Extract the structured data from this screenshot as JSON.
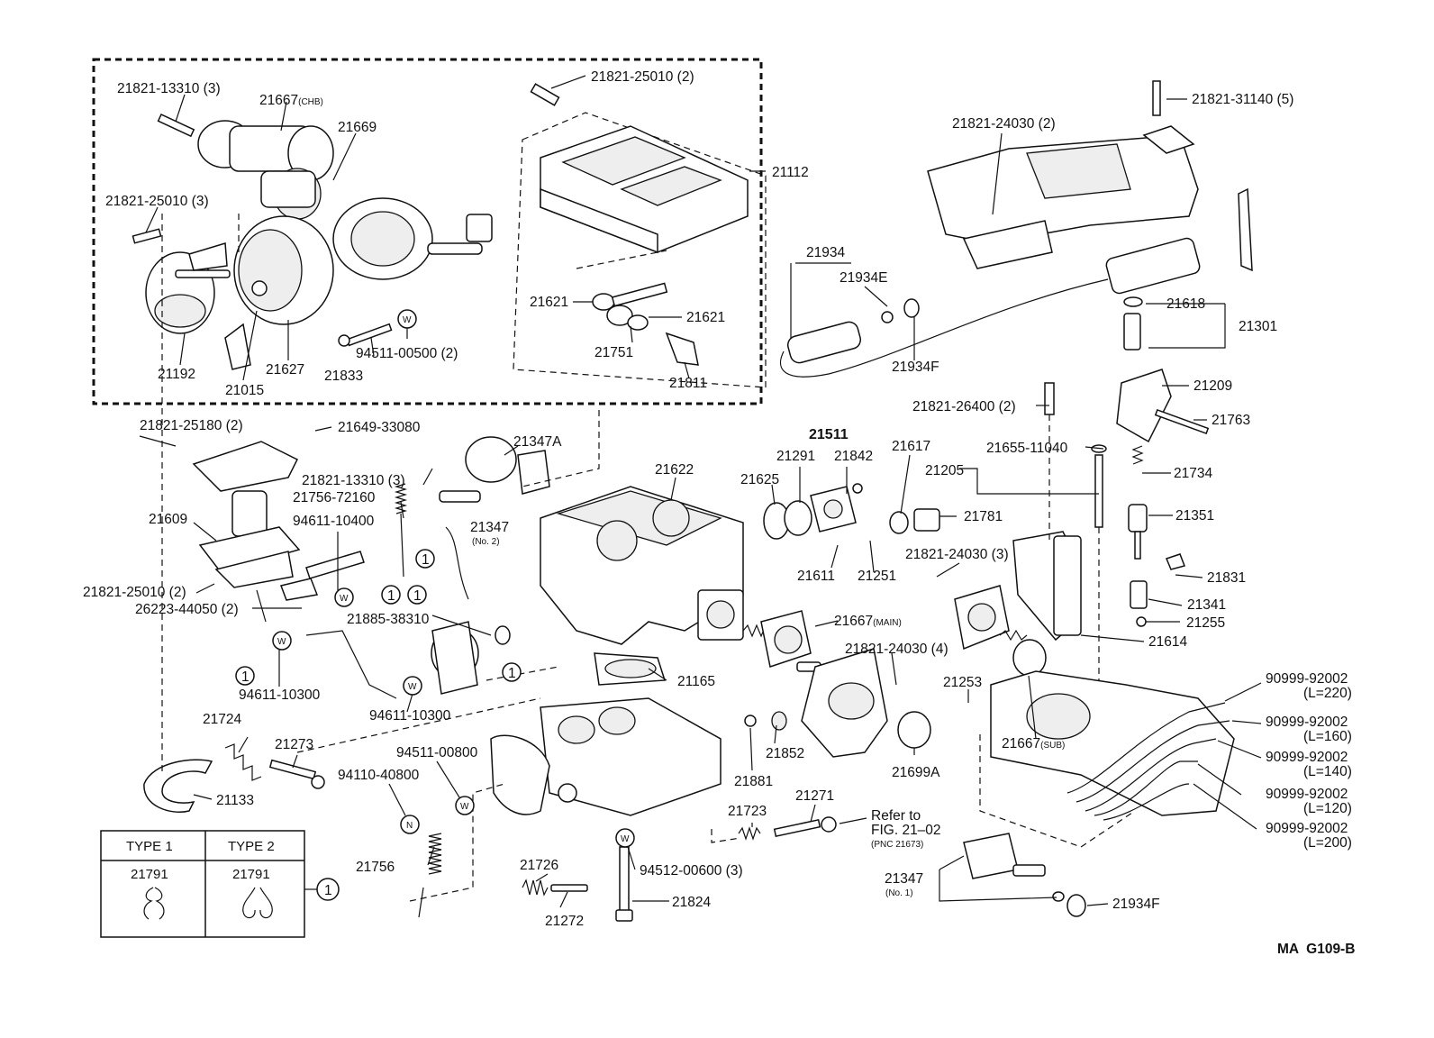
{
  "figure_code": "MA  G109-B",
  "callouts": [
    {
      "id": "c-2182113310-a",
      "text": "21821-13310 (3)"
    },
    {
      "id": "c-21667chb",
      "text": "21667",
      "suffix": "(CHB)"
    },
    {
      "id": "c-21669",
      "text": "21669"
    },
    {
      "id": "c-2182125010-a",
      "text": "21821-25010 (3)"
    },
    {
      "id": "c-21192",
      "text": "21192"
    },
    {
      "id": "c-21015",
      "text": "21015"
    },
    {
      "id": "c-21627",
      "text": "21627"
    },
    {
      "id": "c-21833",
      "text": "21833"
    },
    {
      "id": "c-9451100500",
      "text": "94511-00500 (2)"
    },
    {
      "id": "c-2182125010-b",
      "text": "21821-25010 (2)"
    },
    {
      "id": "c-21112",
      "text": "21112"
    },
    {
      "id": "c-21621-a",
      "text": "21621"
    },
    {
      "id": "c-21621-b",
      "text": "21621"
    },
    {
      "id": "c-21751",
      "text": "21751"
    },
    {
      "id": "c-21811",
      "text": "21811"
    },
    {
      "id": "c-2182131140",
      "text": "21821-31140 (5)"
    },
    {
      "id": "c-2182124030-a",
      "text": "21821-24030 (2)"
    },
    {
      "id": "c-21934",
      "text": "21934"
    },
    {
      "id": "c-21934e",
      "text": "21934E"
    },
    {
      "id": "c-21934f-a",
      "text": "21934F"
    },
    {
      "id": "c-21618",
      "text": "21618"
    },
    {
      "id": "c-21301",
      "text": "21301"
    },
    {
      "id": "c-2182125180",
      "text": "21821-25180 (2)"
    },
    {
      "id": "c-2164933080",
      "text": "21649-33080"
    },
    {
      "id": "c-21347a",
      "text": "21347A"
    },
    {
      "id": "c-2182113310-b",
      "text": "21821-13310 (3)"
    },
    {
      "id": "c-2175672160",
      "text": "21756-72160"
    },
    {
      "id": "c-21609",
      "text": "21609"
    },
    {
      "id": "c-9461110400",
      "text": "94611-10400"
    },
    {
      "id": "c-21347-no2",
      "text": "21347",
      "suffix": "(No. 2)"
    },
    {
      "id": "c-2182125010-c",
      "text": "21821-25010 (2)"
    },
    {
      "id": "c-2622344050",
      "text": "26223-44050 (2)"
    },
    {
      "id": "c-2188538310",
      "text": "21885-38310"
    },
    {
      "id": "c-9461110300-a",
      "text": "94611-10300"
    },
    {
      "id": "c-9461110300-b",
      "text": "94611-10300"
    },
    {
      "id": "c-21622",
      "text": "21622"
    },
    {
      "id": "c-21165",
      "text": "21165"
    },
    {
      "id": "c-21511",
      "text": "21511"
    },
    {
      "id": "c-21291",
      "text": "21291"
    },
    {
      "id": "c-21842",
      "text": "21842"
    },
    {
      "id": "c-21625",
      "text": "21625"
    },
    {
      "id": "c-21617",
      "text": "21617"
    },
    {
      "id": "c-21205",
      "text": "21205"
    },
    {
      "id": "c-21781",
      "text": "21781"
    },
    {
      "id": "c-21611",
      "text": "21611"
    },
    {
      "id": "c-21251",
      "text": "21251"
    },
    {
      "id": "c-2182124030-b",
      "text": "21821-24030 (3)"
    },
    {
      "id": "c-21667main",
      "text": "21667",
      "suffix": "(MAIN)"
    },
    {
      "id": "c-2182124030-c",
      "text": "21821-24030 (4)"
    },
    {
      "id": "c-21253",
      "text": "21253"
    },
    {
      "id": "c-21667sub",
      "text": "21667",
      "suffix": "(SUB)"
    },
    {
      "id": "c-21852",
      "text": "21852"
    },
    {
      "id": "c-21881",
      "text": "21881"
    },
    {
      "id": "c-21699a",
      "text": "21699A"
    },
    {
      "id": "c-2182126400",
      "text": "21821-26400 (2)"
    },
    {
      "id": "c-21209",
      "text": "21209"
    },
    {
      "id": "c-21763",
      "text": "21763"
    },
    {
      "id": "c-2165511040",
      "text": "21655-11040"
    },
    {
      "id": "c-21734",
      "text": "21734"
    },
    {
      "id": "c-21351",
      "text": "21351"
    },
    {
      "id": "c-21831",
      "text": "21831"
    },
    {
      "id": "c-21341",
      "text": "21341"
    },
    {
      "id": "c-21255",
      "text": "21255"
    },
    {
      "id": "c-21614",
      "text": "21614"
    },
    {
      "id": "c-hose220",
      "text": "90999-92002",
      "suffix": "(L=220)"
    },
    {
      "id": "c-hose160",
      "text": "90999-92002",
      "suffix": "(L=160)"
    },
    {
      "id": "c-hose140",
      "text": "90999-92002",
      "suffix": "(L=140)"
    },
    {
      "id": "c-hose120",
      "text": "90999-92002",
      "suffix": "(L=120)"
    },
    {
      "id": "c-hose200",
      "text": "90999-92002",
      "suffix": "(L=200)"
    },
    {
      "id": "c-21724",
      "text": "21724"
    },
    {
      "id": "c-21273",
      "text": "21273"
    },
    {
      "id": "c-21133",
      "text": "21133"
    },
    {
      "id": "c-9451100800",
      "text": "94511-00800"
    },
    {
      "id": "c-9411040800",
      "text": "94110-40800"
    },
    {
      "id": "c-21756",
      "text": "21756"
    },
    {
      "id": "c-21726",
      "text": "21726"
    },
    {
      "id": "c-21272",
      "text": "21272"
    },
    {
      "id": "c-9451200600",
      "text": "94512-00600 (3)"
    },
    {
      "id": "c-21824",
      "text": "21824"
    },
    {
      "id": "c-21723",
      "text": "21723"
    },
    {
      "id": "c-21271",
      "text": "21271"
    },
    {
      "id": "c-refer1",
      "text": "Refer to"
    },
    {
      "id": "c-refer2",
      "text": "FIG. 21–02"
    },
    {
      "id": "c-refer3",
      "text": "(PNC 21673)"
    },
    {
      "id": "c-21347-no1",
      "text": "21347",
      "suffix": "(No. 1)"
    },
    {
      "id": "c-21934f-b",
      "text": "21934F"
    }
  ],
  "symbols": {
    "washer": "W",
    "nut": "N",
    "clip_ref": "1"
  },
  "type_table": {
    "headers": [
      "TYPE 1",
      "TYPE 2"
    ],
    "part_numbers": [
      "21791",
      "21791"
    ],
    "ref_marker": "1"
  }
}
